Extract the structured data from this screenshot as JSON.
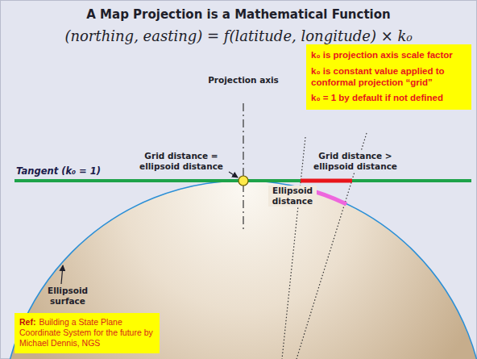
{
  "diagram": {
    "title": "A Map Projection is a Mathematical Function",
    "nodes": [
      {
        "text": [
          "k₀ is projection axis scale factor",
          "k₀ is constant value applied to conformal projection “grid”",
          "k₀ = 1 by default if not defined"
        ]
      },
      {
        "text": [
          "Ref:",
          "Building a State Plane Coordinate System for the future by Michael Dennis, NGS"
        ]
      }
    ],
    "labels": [
      "(northing, easting) = f(latitude, longitude) × k₀",
      "Projection axis",
      "Grid distance = ellipsoid distance",
      "Grid distance > ellipsoid distance",
      "Tangent (k₀ = 1)",
      "Ellipsoid distance",
      "Ellipsoid surface"
    ]
  }
}
